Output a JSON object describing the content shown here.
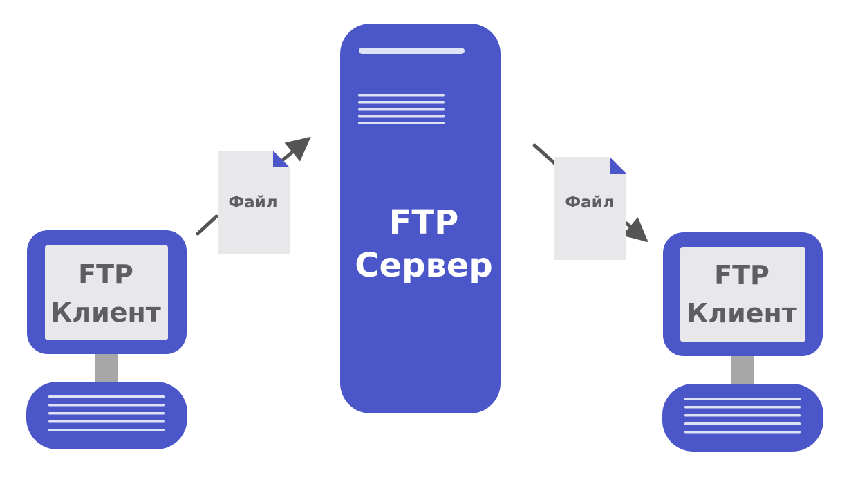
{
  "server": {
    "label_line1": "FTP",
    "label_line2": "Сервер"
  },
  "clients": [
    {
      "label_line1": "FTP",
      "label_line2": "Клиент"
    },
    {
      "label_line1": "FTP",
      "label_line2": "Клиент"
    }
  ],
  "files": [
    {
      "label": "Файл"
    },
    {
      "label": "Файл"
    }
  ],
  "colors": {
    "accent": "#4b56c9",
    "screen": "#e8e8ea",
    "light_line": "#dde3f5",
    "neck": "#a7a7a7",
    "arrow": "#555555",
    "text_dark": "#5d5d63"
  }
}
